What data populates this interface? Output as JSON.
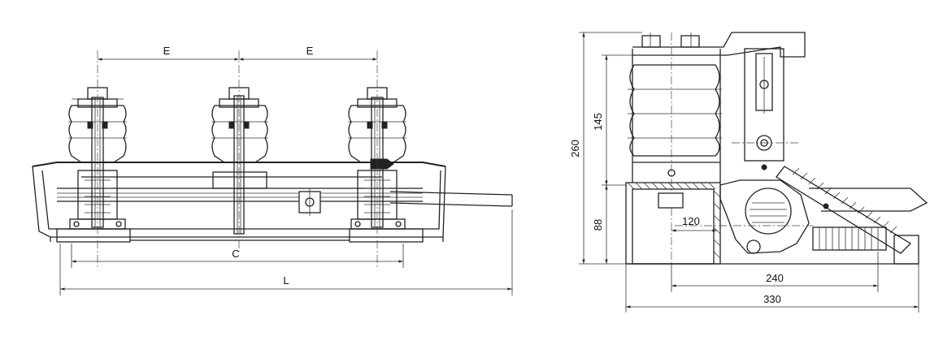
{
  "front_view": {
    "dim_e_left": "E",
    "dim_e_right": "E",
    "dim_c": "C",
    "dim_l": "L"
  },
  "side_view": {
    "dim_260": "260",
    "dim_145": "145",
    "dim_88": "88",
    "dim_120": "120",
    "dim_240": "240",
    "dim_330": "330"
  }
}
